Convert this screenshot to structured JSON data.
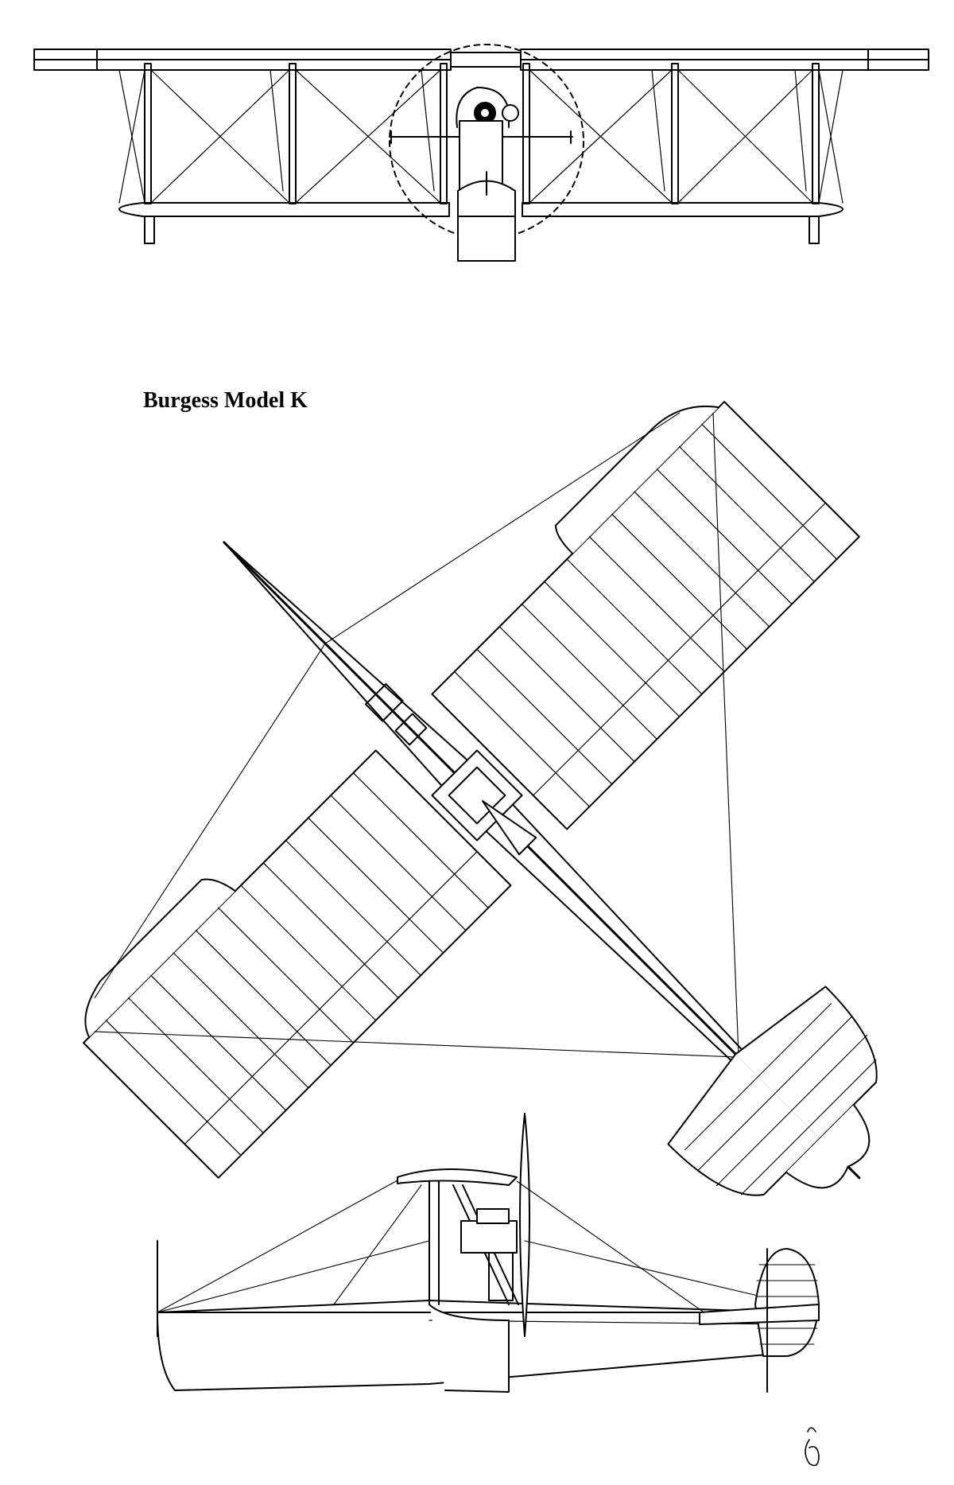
{
  "title": "Burgess Model K",
  "colors": {
    "ink": "#000000",
    "paper": "#ffffff"
  },
  "views": [
    "front-view",
    "top-view",
    "side-view"
  ]
}
